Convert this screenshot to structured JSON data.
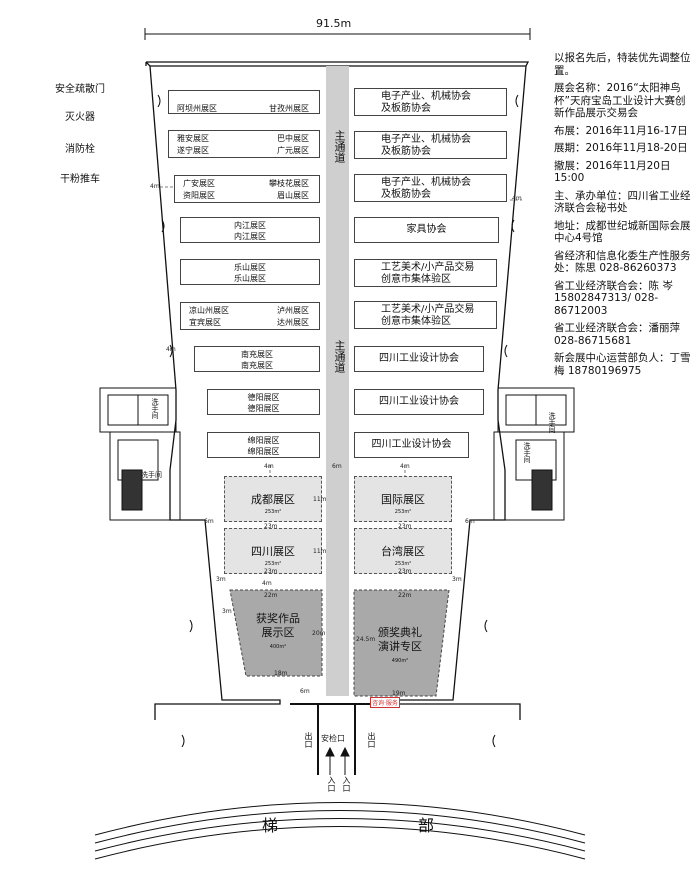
{
  "plan": {
    "width_label": "91.5m",
    "main_corridor": "主通道",
    "security_gate": "安检口",
    "exit_left": "出口",
    "exit_right": "出口",
    "entry_left": "入口",
    "entry_right": "入口",
    "washroom_left": "洗手间",
    "washroom_left2": "洗手间",
    "washroom_right": "洗手间",
    "washroom_right2": "洗手间",
    "stairs_left": "梯",
    "stairs_right": "部",
    "info_tag": "咨询·服务"
  },
  "legend": {
    "exit_door": "安全疏散门",
    "extinguisher": "灭火器",
    "hydrant": "消防栓",
    "powder_cart": "干粉推车"
  },
  "left_booths": [
    {
      "left": "阿坝州展区",
      "right": "甘孜州展区"
    },
    {
      "left": "雅安展区",
      "right": "巴中展区",
      "left2": "遂宁展区",
      "right2": "广元展区"
    },
    {
      "left": "广安展区",
      "right": "攀枝花展区",
      "left2": "资阳展区",
      "right2": "眉山展区"
    },
    {
      "center": "内江展区",
      "center2": "内江展区"
    },
    {
      "center": "乐山展区",
      "center2": "乐山展区"
    },
    {
      "left": "凉山州展区",
      "right": "泸州展区",
      "left2": "宜宾展区",
      "right2": "达州展区"
    },
    {
      "center": "南充展区",
      "center2": "南充展区"
    },
    {
      "center": "德阳展区",
      "center2": "德阳展区"
    },
    {
      "center": "绵阳展区",
      "center2": "绵阳展区"
    }
  ],
  "right_booths": [
    {
      "line1": "电子产业、机械协会",
      "line2": "及板筋协会"
    },
    {
      "line1": "电子产业、机械协会",
      "line2": "及板筋协会"
    },
    {
      "line1": "电子产业、机械协会",
      "line2": "及板筋协会"
    },
    {
      "line1": "家具协会",
      "line2": ""
    },
    {
      "line1": "工艺美术/小产品交易",
      "line2": "创意市集体验区"
    },
    {
      "line1": "工艺美术/小产品交易",
      "line2": "创意市集体验区"
    },
    {
      "line1": "四川工业设计协会",
      "line2": ""
    },
    {
      "line1": "四川工业设计协会",
      "line2": ""
    },
    {
      "line1": "四川工业设计协会",
      "line2": ""
    }
  ],
  "zones": {
    "chengdu": {
      "name": "成都展区",
      "area": "253m²"
    },
    "intl": {
      "name": "国际展区",
      "area": "253m²"
    },
    "sichuan": {
      "name": "四川展区",
      "area": "253m²"
    },
    "taiwan": {
      "name": "台湾展区",
      "area": "253m²"
    },
    "award_show": {
      "line1": "获奖作品",
      "line2": "展示区",
      "area": "400m²"
    },
    "award_ceremony": {
      "line1": "颁奖典礼",
      "line2": "演讲专区",
      "area": "490m²"
    }
  },
  "dims": {
    "d4m": "4m",
    "d6m": "6m",
    "d3m": "3m",
    "d11m": "11m",
    "d23m": "23m",
    "d22m": "22m",
    "d20m": "20m",
    "d18m": "18m",
    "d19m": "19m",
    "d24m": "24.5m"
  },
  "info": {
    "p1": "以报名先后，特装优先调整位置。",
    "p2": "展会名称：2016“太阳神鸟杯”天府宝岛工业设计大赛创新作品展示交易会",
    "p3": "布展：2016年11月16-17日",
    "p4": "展期：2016年11月18-20日",
    "p5": "撤展：2016年11月20日15:00",
    "p6": "主、承办单位：四川省工业经济联合会秘书处",
    "p7": "地址：成都世纪城新国际会展中心4号馆",
    "p8": "省经济和信息化委生产性服务处：陈思 028-86260373",
    "p9": "省工业经济联合会：陈 岑 15802847313/ 028-86712003",
    "p10": "省工业经济联合会：潘丽萍 028-86715681",
    "p11": "新会展中心运营部负人：丁雪梅 18780196975"
  }
}
